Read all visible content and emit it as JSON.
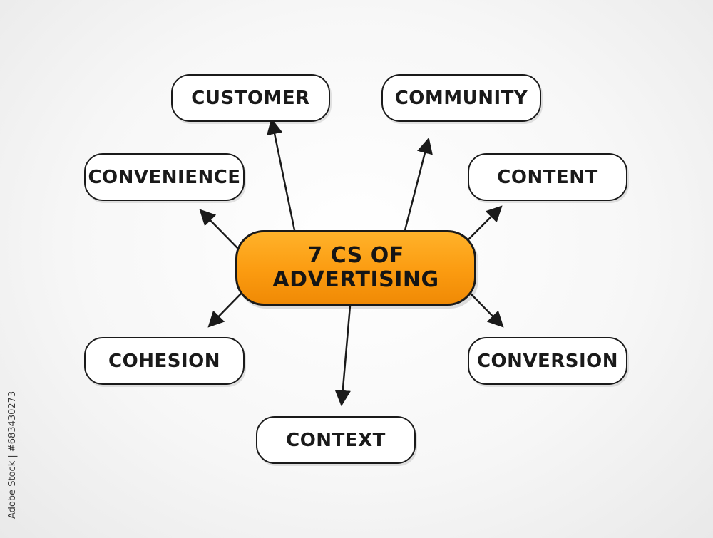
{
  "center": {
    "line1": "7 CS OF",
    "line2": "ADVERTISING",
    "fill_color": "#fb9b10"
  },
  "nodes": {
    "customer": "CUSTOMER",
    "community": "COMMUNITY",
    "convenience": "CONVENIENCE",
    "content": "CONTENT",
    "cohesion": "COHESION",
    "conversion": "CONVERSION",
    "context": "CONTEXT"
  },
  "stock_id": "Adobe Stock | #683430273"
}
